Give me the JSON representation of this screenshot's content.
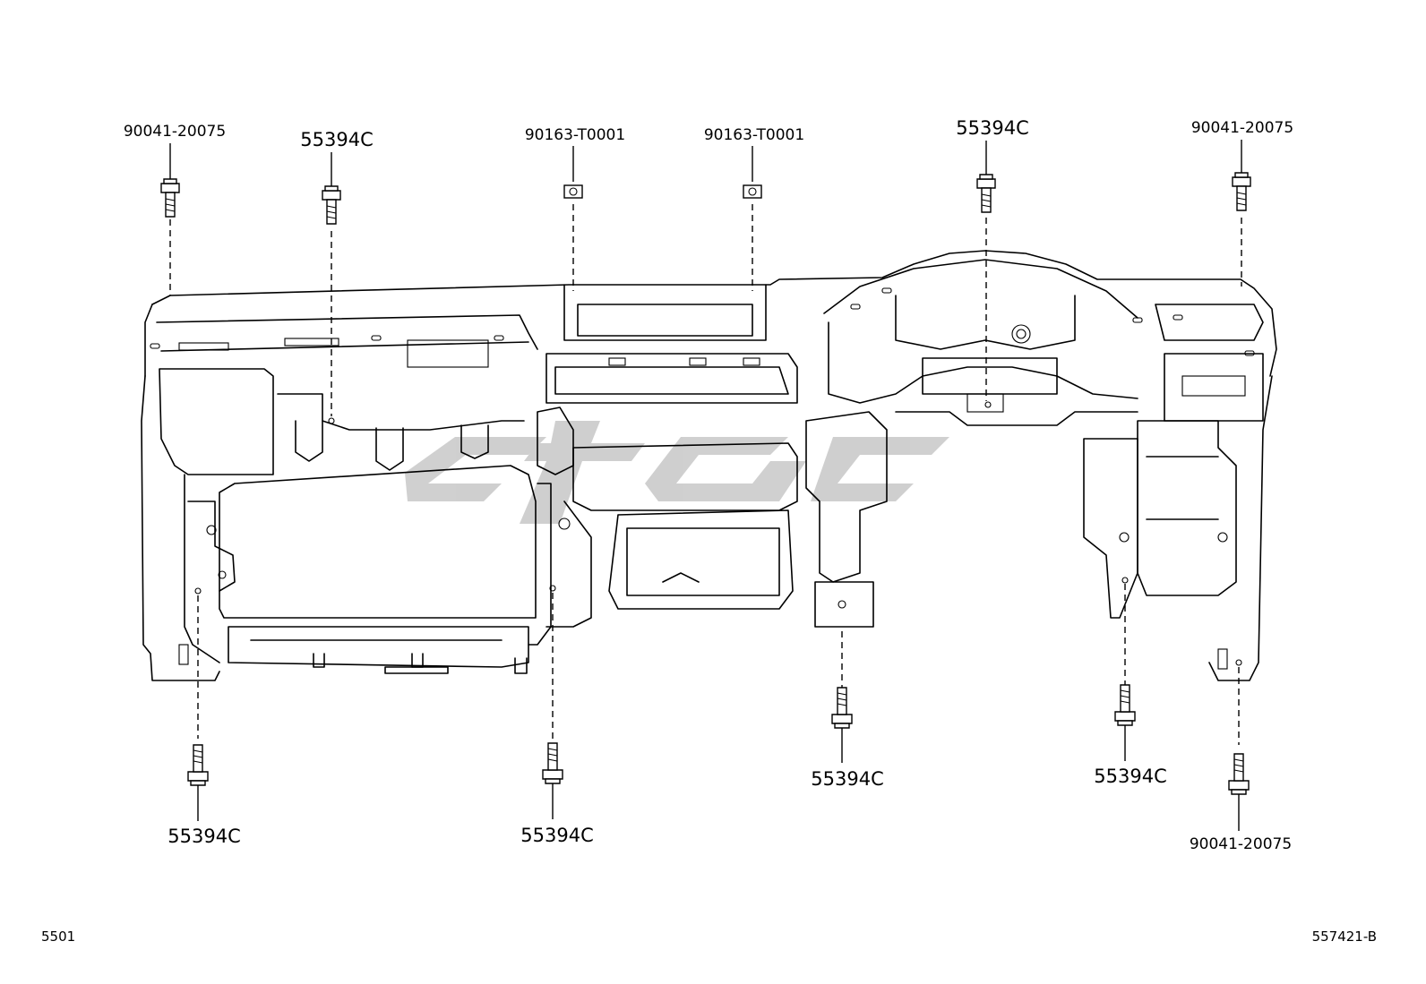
{
  "diagram": {
    "labels": {
      "top_left_bolt": "90041-20075",
      "top_left_clip": "55394C",
      "top_nut_left": "90163-T0001",
      "top_nut_right": "90163-T0001",
      "top_center_clip": "55394C",
      "top_right_bolt": "90041-20075",
      "bottom_left_clip": "55394C",
      "bottom_mid_left_clip": "55394C",
      "bottom_mid_right_clip": "55394C",
      "bottom_right_clip": "55394C",
      "bottom_right_bolt": "90041-20075"
    },
    "page_code": "5501",
    "illustration_code": "557421-B",
    "watermark": "cfac"
  }
}
